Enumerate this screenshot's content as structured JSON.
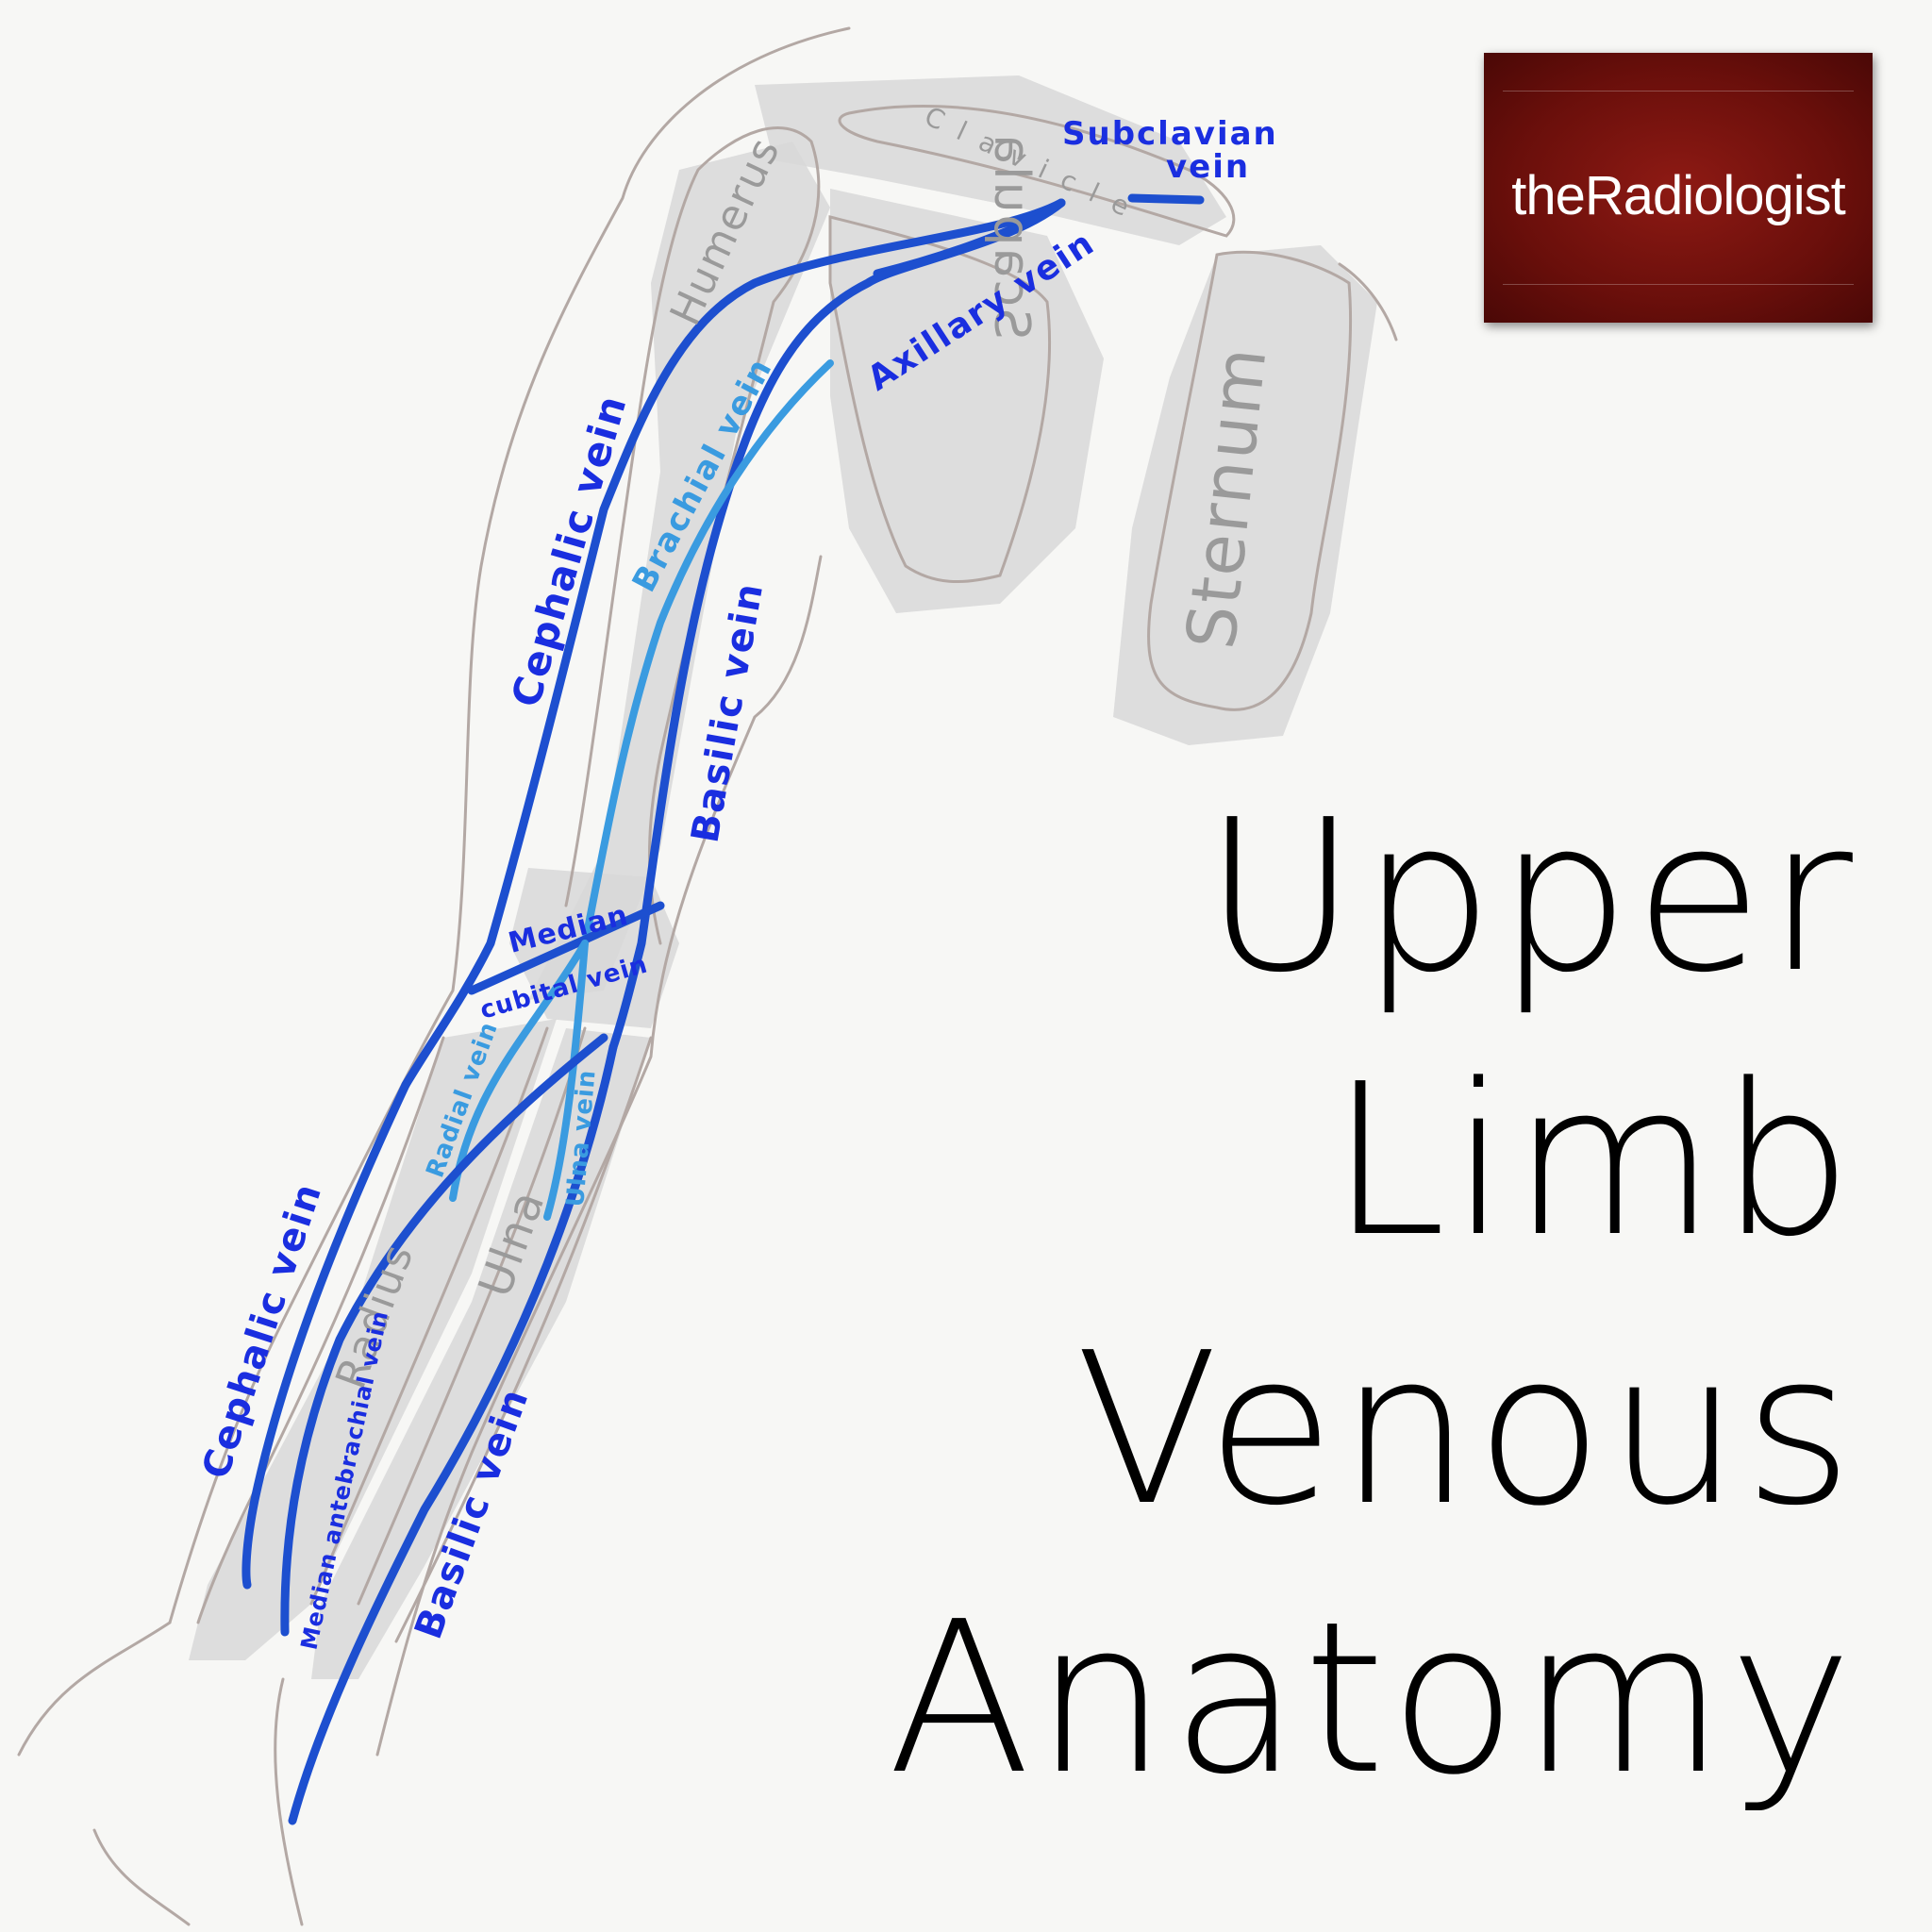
{
  "logo": {
    "text": "theRadiologist"
  },
  "title": {
    "lines": [
      "Upper",
      "Limb",
      "Venous",
      "Anatomy"
    ]
  },
  "bones": {
    "clavicle": "Clavicle",
    "humerus": "Humerus",
    "scapula": "Scapula",
    "sternum": "Sternum",
    "radius": "Radius",
    "ulna": "Ulna"
  },
  "veins": {
    "subclavian_1": "Subclavian",
    "subclavian_2": "vein",
    "axillary": "Axillary vein",
    "cephalic_upper": "Cephalic vein",
    "brachial": "Brachial vein",
    "basilic_upper": "Basilic vein",
    "median_cubital_1": "Median",
    "median_cubital_2": "cubital vein",
    "radial": "Radial vein",
    "ulna": "Ulna vein",
    "cephalic_lower": "Cephalic vein",
    "median_antebrachial": "Median antebrachial vein",
    "basilic_lower": "Basilic vein"
  },
  "colors": {
    "vein_dark": "#1d4fcf",
    "vein_light": "#3a9be0",
    "label_blue": "#1a2ee0",
    "logo_bg": "#7a120d"
  }
}
